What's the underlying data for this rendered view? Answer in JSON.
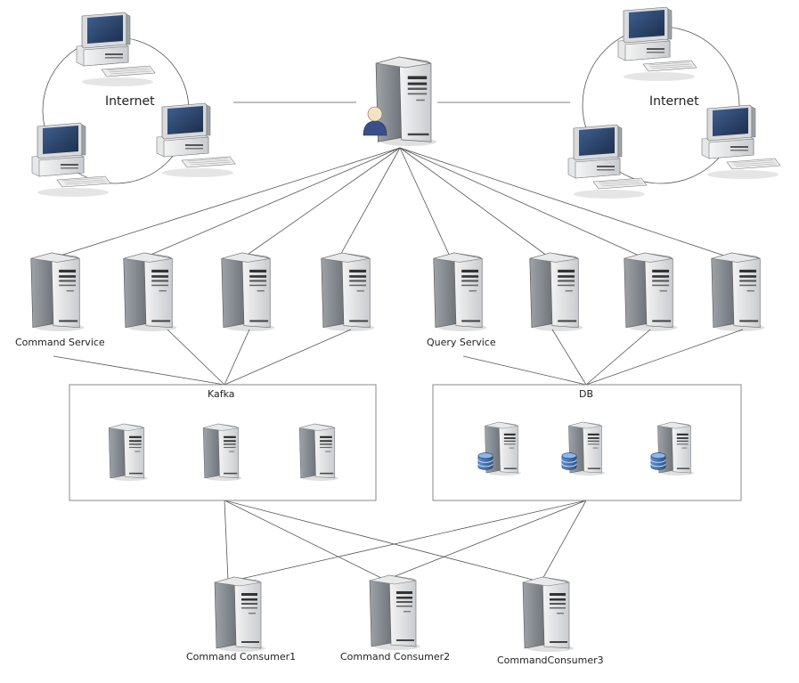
{
  "labels": {
    "internet_left": "Internet",
    "internet_right": "Internet",
    "command_service": "Command Service",
    "query_service": "Query Service",
    "kafka": "Kafka",
    "db": "DB",
    "consumer1": "Command Consumer1",
    "consumer2": "Command Consumer2",
    "consumer3": "CommandConsumer3"
  },
  "icons": {
    "user_server": "server-with-user-icon",
    "service_server": "tower-server-icon",
    "kafka_server": "tower-server-icon",
    "db_server": "database-server-icon",
    "client": "desktop-computer-icon"
  },
  "colors": {
    "line": "#555555",
    "box_border": "#8a8a8a",
    "db_cylinder": "#3b6db0"
  }
}
